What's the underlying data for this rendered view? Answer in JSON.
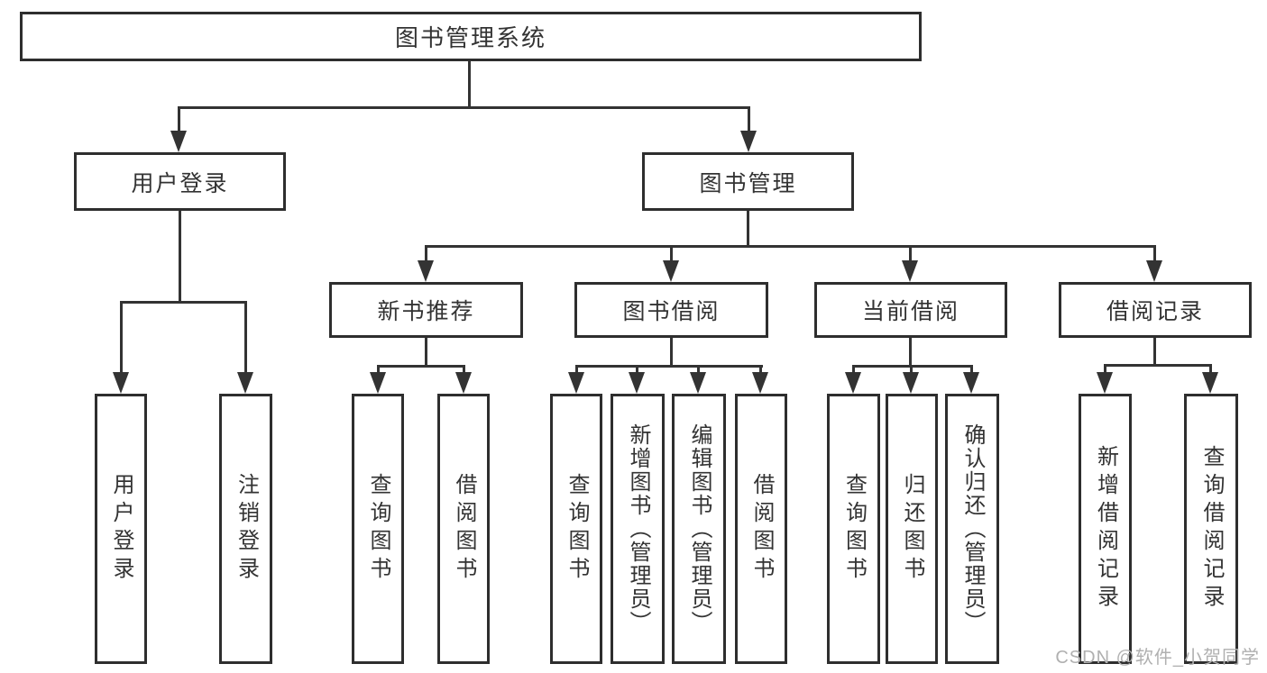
{
  "diagram": {
    "root": "图书管理系统",
    "level2": {
      "user_login": "用户登录",
      "book_mgmt": "图书管理"
    },
    "level3": {
      "new_books": "新书推荐",
      "book_borrow": "图书借阅",
      "current_borrow": "当前借阅",
      "borrow_records": "借阅记录"
    },
    "leaves": {
      "user_login_1": "用户登录",
      "user_login_2": "注销登录",
      "new_books_1": "查询图书",
      "new_books_2": "借阅图书",
      "book_borrow_1": "查询图书",
      "book_borrow_2": "新增图书（管理员）",
      "book_borrow_3": "编辑图书（管理员）",
      "book_borrow_4": "借阅图书",
      "current_borrow_1": "查询图书",
      "current_borrow_2": "归还图书",
      "current_borrow_3": "确认归还（管理员）",
      "borrow_records_1": "新增借阅记录",
      "borrow_records_2": "查询借阅记录"
    },
    "watermark": "CSDN @软件_小贺同学",
    "colors": {
      "line": "#333333",
      "text": "#333333",
      "watermark": "#b0b0b0",
      "background": "#ffffff"
    }
  }
}
